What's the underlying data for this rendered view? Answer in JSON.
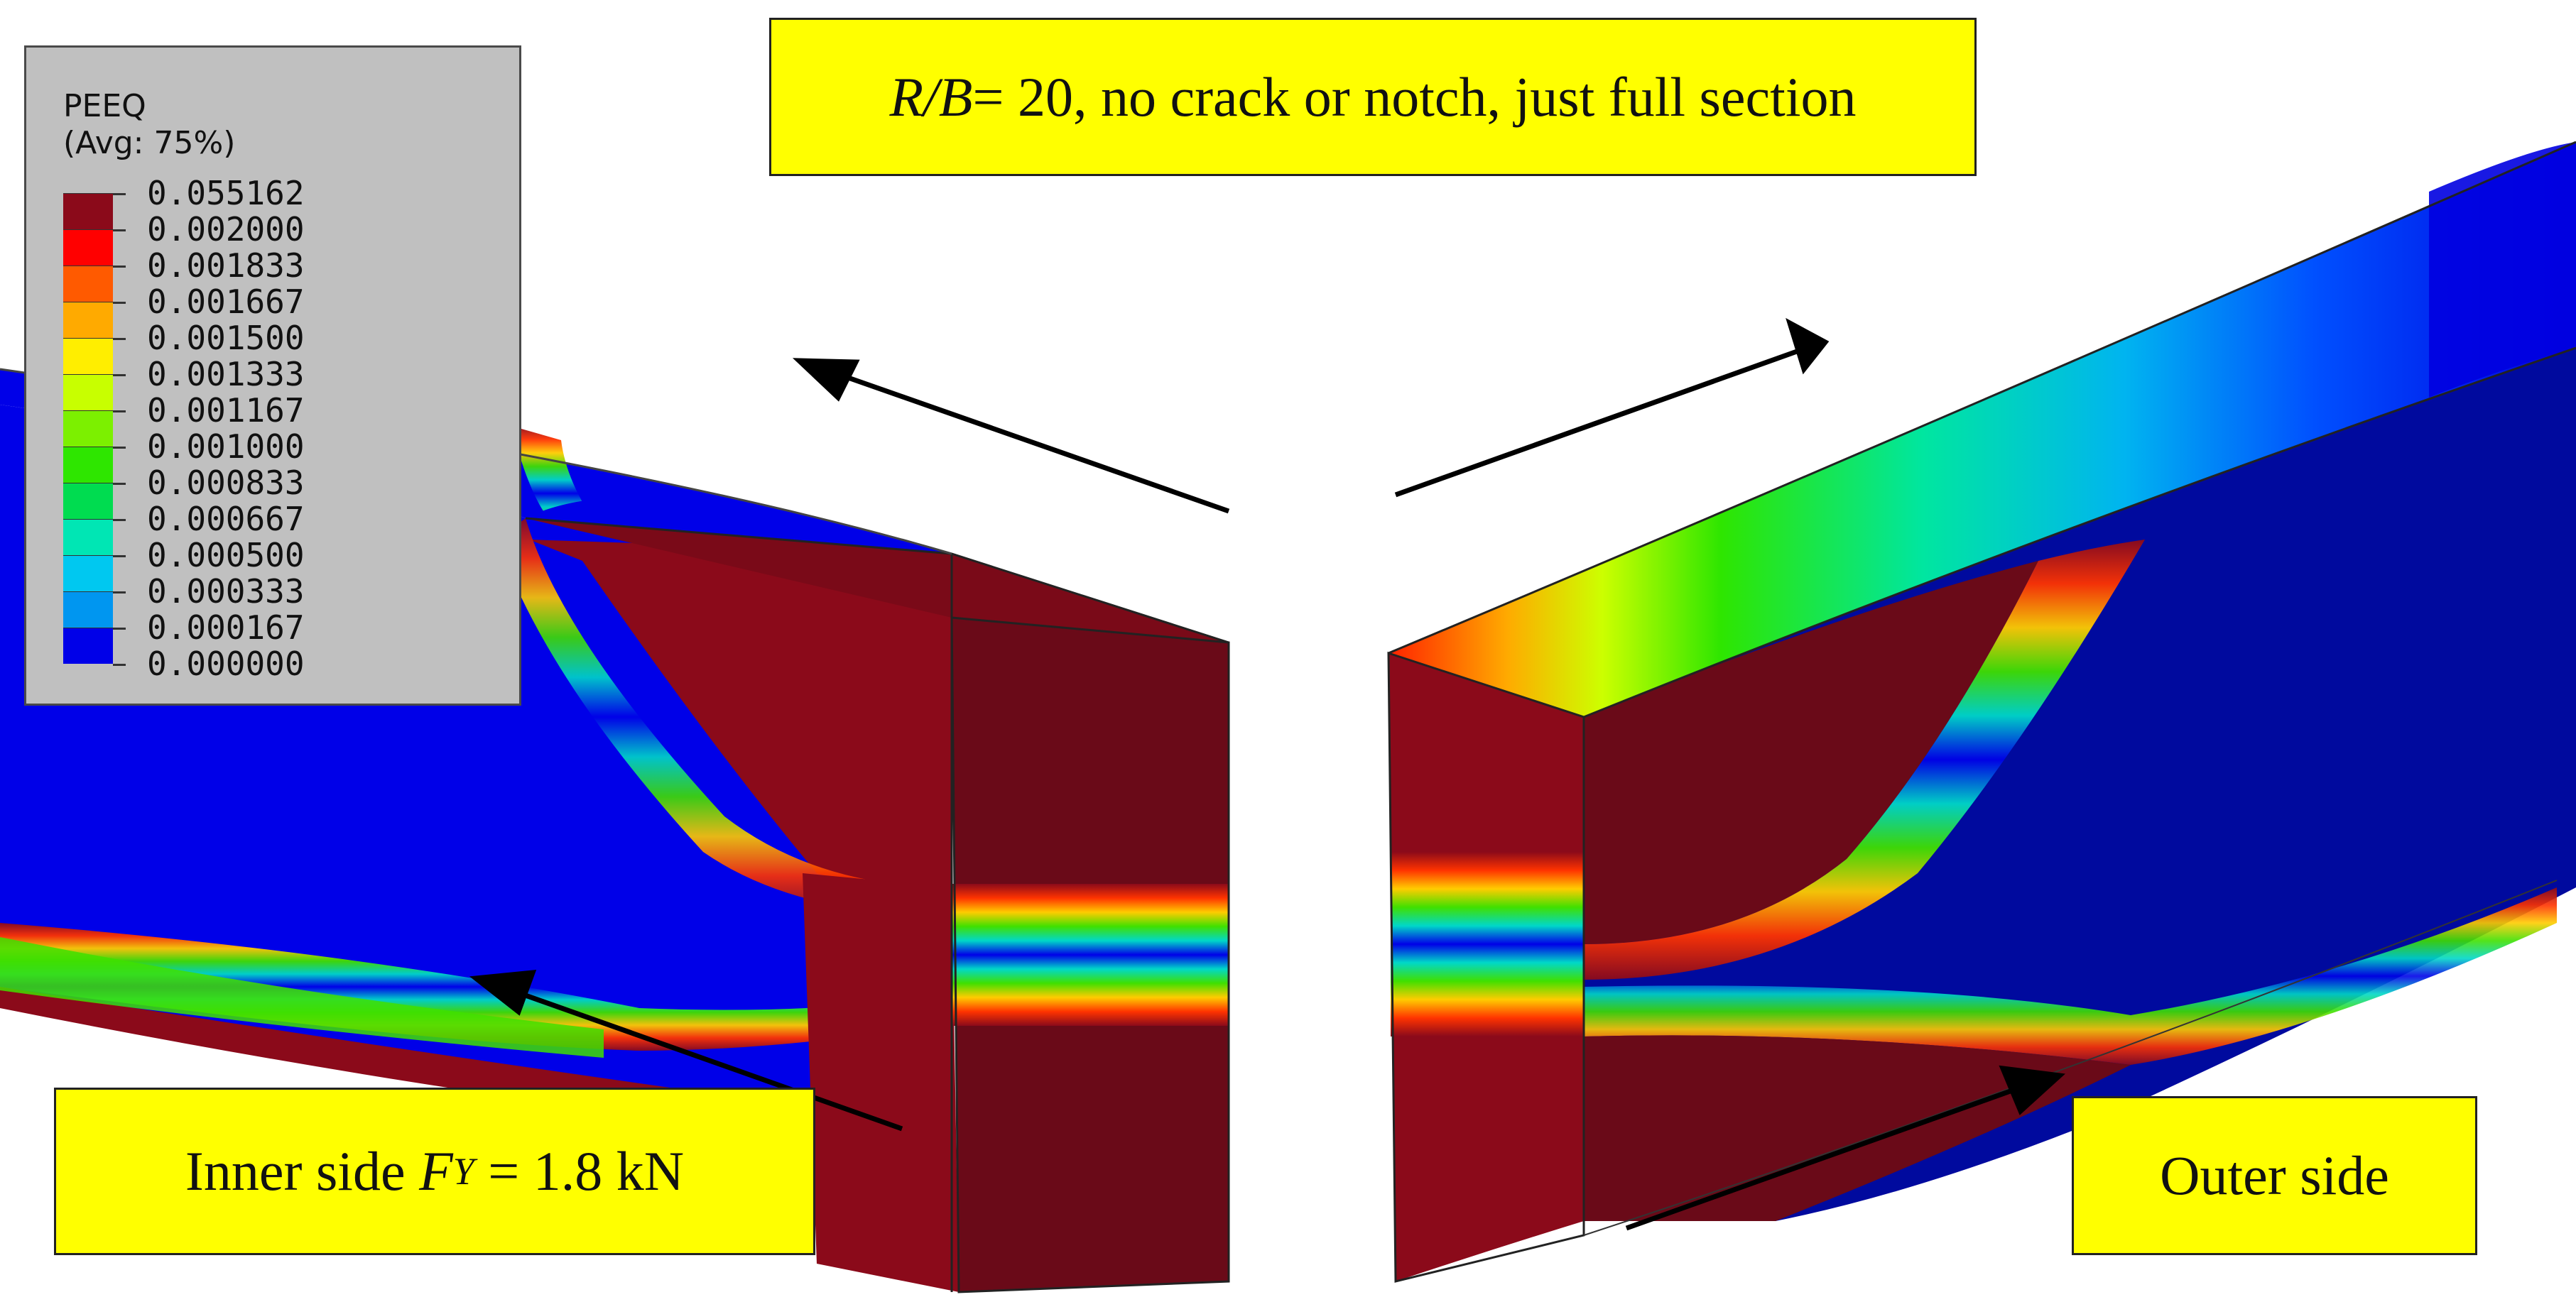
{
  "legend": {
    "variable": "PEEQ",
    "averaging": "(Avg: 75%)",
    "entries": [
      {
        "value": "0.055162",
        "color": "#8b0a1a"
      },
      {
        "value": "0.002000",
        "color": "#ff0000"
      },
      {
        "value": "0.001833",
        "color": "#ff5a00"
      },
      {
        "value": "0.001667",
        "color": "#ffaa00"
      },
      {
        "value": "0.001500",
        "color": "#ffee00"
      },
      {
        "value": "0.001333",
        "color": "#c8ff00"
      },
      {
        "value": "0.001167",
        "color": "#7cf000"
      },
      {
        "value": "0.001000",
        "color": "#2ee600"
      },
      {
        "value": "0.000833",
        "color": "#00dc50"
      },
      {
        "value": "0.000667",
        "color": "#00e6b4"
      },
      {
        "value": "0.000500",
        "color": "#00c8f0"
      },
      {
        "value": "0.000333",
        "color": "#0096f0"
      },
      {
        "value": "0.000167",
        "color": "#0050ff"
      },
      {
        "value": "0.000000",
        "color": ""
      }
    ]
  },
  "notes": {
    "top": {
      "ratio_label": "R/B",
      "text": " = 20, no crack or notch, just full section"
    },
    "inner": {
      "prefix": "Inner side ",
      "symbol": "F",
      "subscript": "Y",
      "suffix": " = 1.8 kN"
    },
    "outer": {
      "text": "Outer side"
    }
  },
  "colors": {
    "deep_blue": "#0000e8",
    "dark_navy": "#000a9e",
    "plastic_red": "#8b0a1a",
    "plastic_dark": "#6a0a18",
    "note_bg": "#ffff00"
  }
}
